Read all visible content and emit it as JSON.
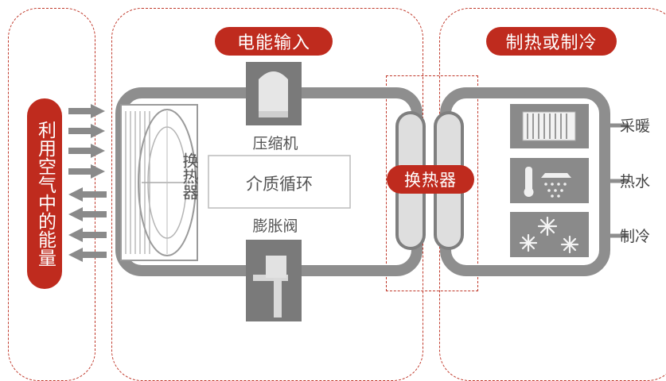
{
  "labels": {
    "left_pill": "利用空气中的能量",
    "power_input": "电能输入",
    "heat_or_cool": "制热或制冷",
    "compressor": "压缩机",
    "expansion_valve": "膨胀阀",
    "medium_cycle": "介质循环",
    "left_exchanger": "换热器",
    "right_exchanger": "换热器"
  },
  "outputs": [
    {
      "label": "采暖",
      "icon": "radiator-icon"
    },
    {
      "label": "热水",
      "icon": "shower-thermometer-icon"
    },
    {
      "label": "制冷",
      "icon": "snowflake-icon"
    }
  ],
  "colors": {
    "accent": "#bf2b1e",
    "loop": "#8e8e8e",
    "component": "#7f7f7f",
    "text": "#555555"
  }
}
